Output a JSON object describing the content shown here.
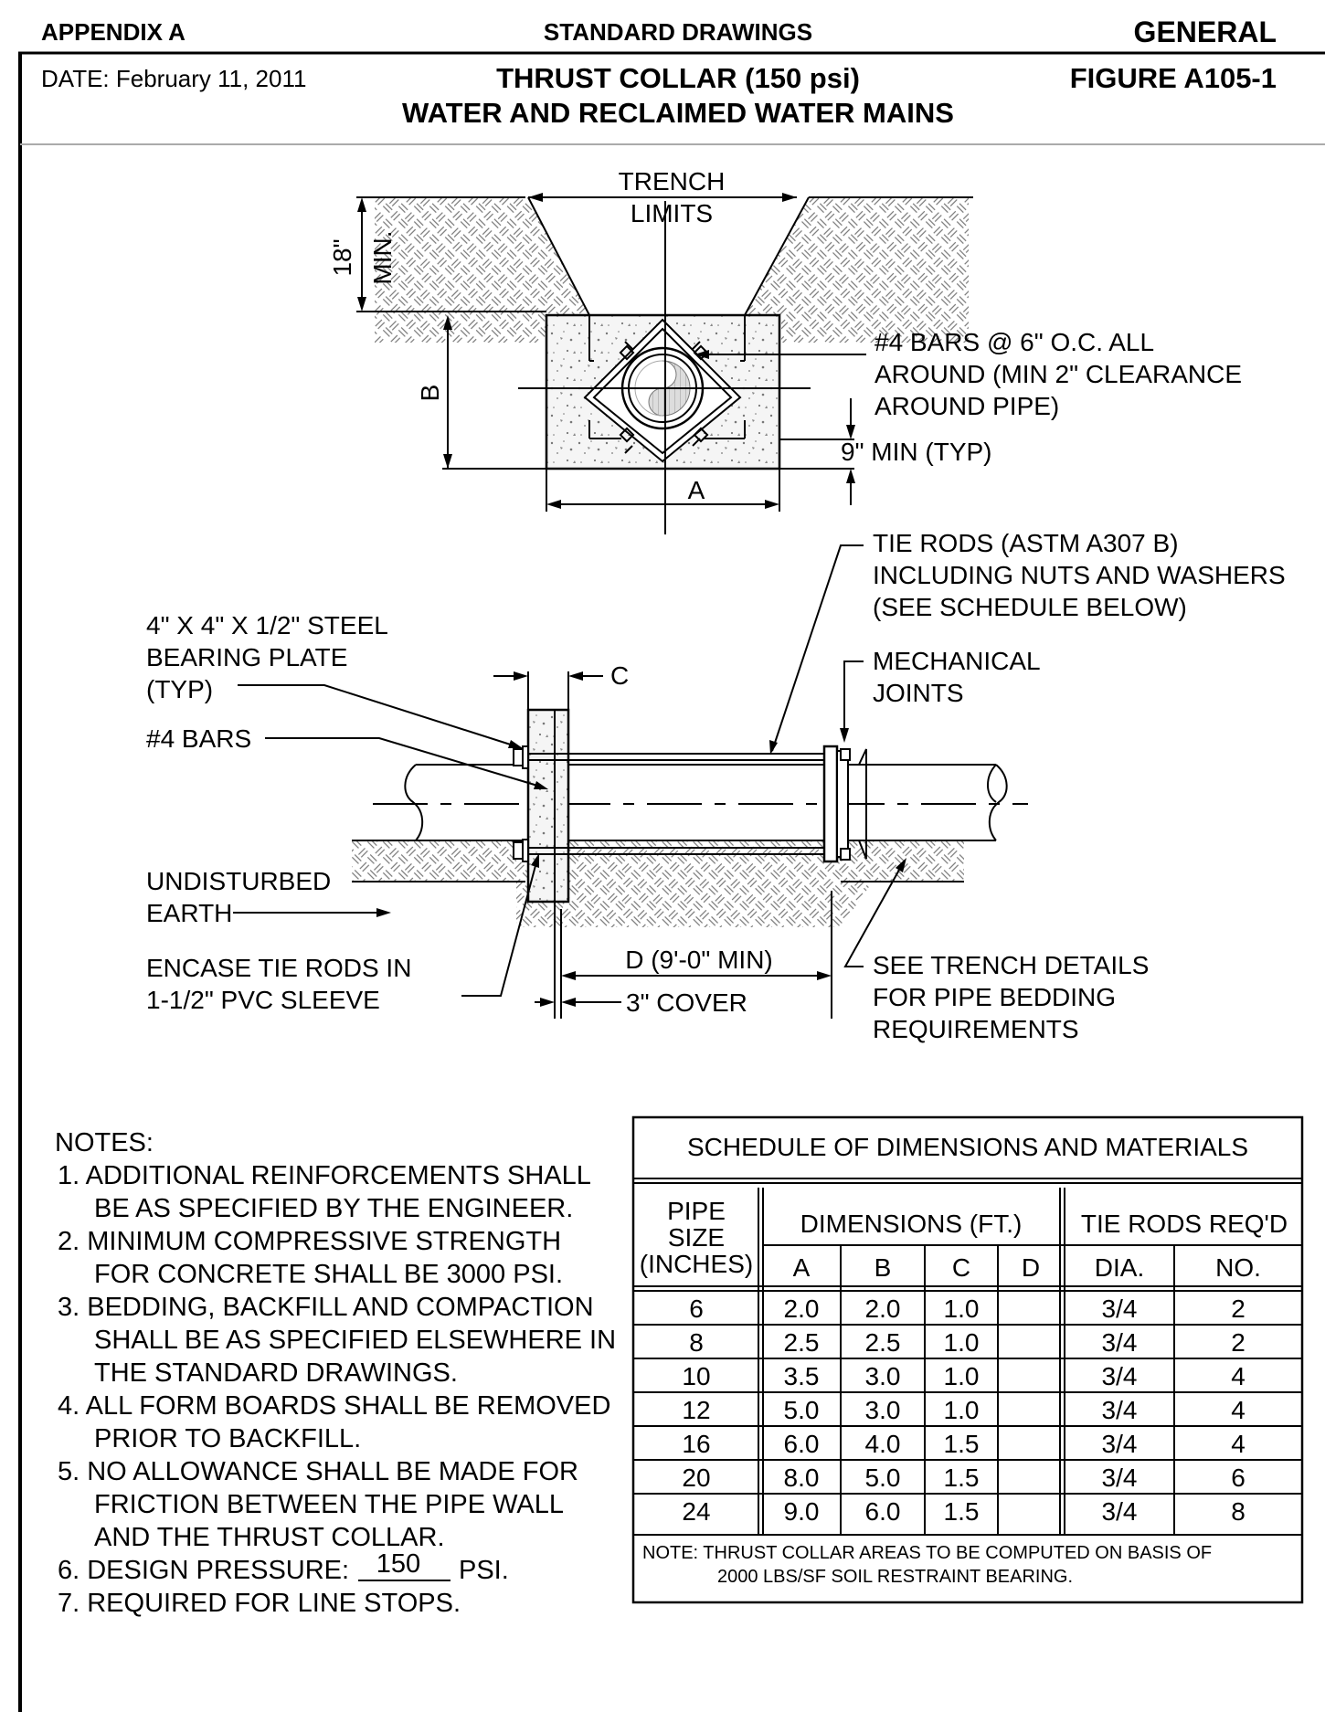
{
  "header": {
    "appendix": "APPENDIX A",
    "section": "STANDARD DRAWINGS",
    "category": "GENERAL",
    "date": "DATE: February 11, 2011",
    "title_line1": "THRUST COLLAR  (150 psi)",
    "title_line2": "WATER AND RECLAIMED WATER MAINS",
    "figure": "FIGURE A105-1"
  },
  "section_view": {
    "trench_limits_1": "TRENCH",
    "trench_limits_2": "LIMITS",
    "depth_1": "18\"",
    "depth_2": "MIN.",
    "dim_b": "B",
    "dim_a": "A",
    "bars_1": "#4 BARS @ 6\" O.C.  ALL",
    "bars_2": "AROUND (MIN 2\" CLEARANCE",
    "bars_3": "AROUND PIPE)",
    "min_typ": "9\" MIN (TYP)"
  },
  "profile_view": {
    "tie_rods_1": "TIE RODS (ASTM A307 B)",
    "tie_rods_2": "INCLUDING NUTS AND WASHERS",
    "tie_rods_3": "(SEE SCHEDULE BELOW)",
    "plate_1": "4\" X 4\" X 1/2\" STEEL",
    "plate_2": "BEARING PLATE",
    "plate_3": "(TYP)",
    "dim_c": "C",
    "mech_1": "MECHANICAL",
    "mech_2": "JOINTS",
    "bars": "#4 BARS",
    "earth_1": "UNDISTURBED",
    "earth_2": "EARTH",
    "encase_1": "ENCASE TIE RODS IN",
    "encase_2": "1-1/2\" PVC SLEEVE",
    "dim_d": "D (9'-0\" MIN)",
    "cover": "3\" COVER",
    "trench_1": "SEE TRENCH DETAILS",
    "trench_2": "FOR PIPE BEDDING",
    "trench_3": "REQUIREMENTS"
  },
  "notes": {
    "heading": "NOTES:",
    "lines": [
      "1.  ADDITIONAL REINFORCEMENTS SHALL",
      "BE AS SPECIFIED BY THE ENGINEER.",
      "2.  MINIMUM COMPRESSIVE STRENGTH",
      "FOR CONCRETE SHALL BE 3000 PSI.",
      "3.  BEDDING, BACKFILL AND COMPACTION",
      "SHALL BE AS SPECIFIED ELSEWHERE IN",
      "THE STANDARD DRAWINGS.",
      "4.  ALL FORM BOARDS SHALL BE REMOVED",
      "PRIOR TO BACKFILL.",
      "5.  NO ALLOWANCE SHALL BE MADE FOR",
      "FRICTION BETWEEN THE PIPE WALL",
      "AND THE THRUST COLLAR.",
      "6.  DESIGN PRESSURE:",
      "7.  REQUIRED FOR LINE STOPS."
    ],
    "pressure_value": "150",
    "pressure_unit": "PSI."
  },
  "schedule": {
    "title": "SCHEDULE OF DIMENSIONS AND MATERIALS",
    "pipe_1": "PIPE",
    "pipe_2": "SIZE",
    "pipe_3": "(INCHES)",
    "dims_header": "DIMENSIONS (FT.)",
    "rods_header": "TIE RODS REQ'D",
    "col_a": "A",
    "col_b": "B",
    "col_c": "C",
    "col_d": "D",
    "col_dia": "DIA.",
    "col_no": "NO.",
    "rows": [
      [
        "6",
        "2.0",
        "2.0",
        "1.0",
        "",
        "3/4",
        "2"
      ],
      [
        "8",
        "2.5",
        "2.5",
        "1.0",
        "",
        "3/4",
        "2"
      ],
      [
        "10",
        "3.5",
        "3.0",
        "1.0",
        "",
        "3/4",
        "4"
      ],
      [
        "12",
        "5.0",
        "3.0",
        "1.0",
        "",
        "3/4",
        "4"
      ],
      [
        "16",
        "6.0",
        "4.0",
        "1.5",
        "",
        "3/4",
        "4"
      ],
      [
        "20",
        "8.0",
        "5.0",
        "1.5",
        "",
        "3/4",
        "6"
      ],
      [
        "24",
        "9.0",
        "6.0",
        "1.5",
        "",
        "3/4",
        "8"
      ]
    ],
    "note_1": "NOTE: THRUST COLLAR AREAS TO BE COMPUTED ON BASIS OF",
    "note_2": "2000 LBS/SF  SOIL RESTRAINT BEARING."
  }
}
